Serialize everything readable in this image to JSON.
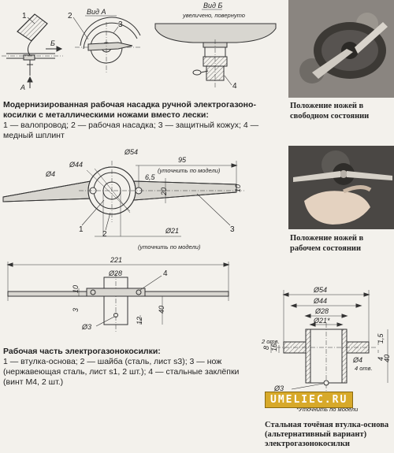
{
  "views": {
    "view_a": "Вид А",
    "view_b": "Вид Б",
    "view_b_note": "увеличено, повернуто",
    "arrow_a": "А",
    "arrow_b": "Б"
  },
  "callouts": {
    "c1": "1",
    "c2": "2",
    "c3": "3",
    "c4": "4"
  },
  "fig1_caption": {
    "title": "Модернизированная рабочая насадка ручной электрогазоно­косилки с металлическими ножами вместо лески:",
    "body": "1 — валопровод; 2 — рабочая насадка; 3 — защитный кожух; 4 — медный шплинт"
  },
  "fig2_dims": {
    "d54": "Ø54",
    "d44": "Ø44",
    "d4": "Ø4",
    "l95": "95",
    "note1": "(уточнить по модели)",
    "l65": "6,5",
    "l20": "20",
    "l10": "10",
    "d21": "Ø21",
    "note2": "(уточнить по модели)"
  },
  "fig3_dims": {
    "l221": "221",
    "d28": "Ø28",
    "l10": "10",
    "l3": "3",
    "l40": "40",
    "l12": "12",
    "d3": "Ø3"
  },
  "fig2_caption": {
    "title": "Рабочая часть электрогазонокосилки:",
    "body": "1 — втулка-основа; 2 — шайба (сталь, лист s3); 3 — нож (нержавеющая сталь, лист s1, 2 шт.); 4 — стальные заклёпки (винт М4, 2 шт.)"
  },
  "photo1_caption": "Положение ножей в свободном состоянии",
  "photo2_caption": "Положение ножей в рабочем состоянии",
  "bushing_dims": {
    "d54": "Ø54",
    "d44": "Ø44",
    "d28": "Ø28",
    "d21": "Ø21*",
    "l8": "8",
    "l16": "16",
    "l15": "1,5",
    "l4": "4",
    "l40": "40",
    "holes2": "2 отв.",
    "holes4": "4 отв.",
    "d3": "Ø3",
    "d4": "Ø4",
    "note": "*Уточнить по модели"
  },
  "bushing_caption": "Стальная точёная втулка-основа (альтернативный вариант) электрогазонокосилки",
  "watermark": "UMELIEC.RU"
}
